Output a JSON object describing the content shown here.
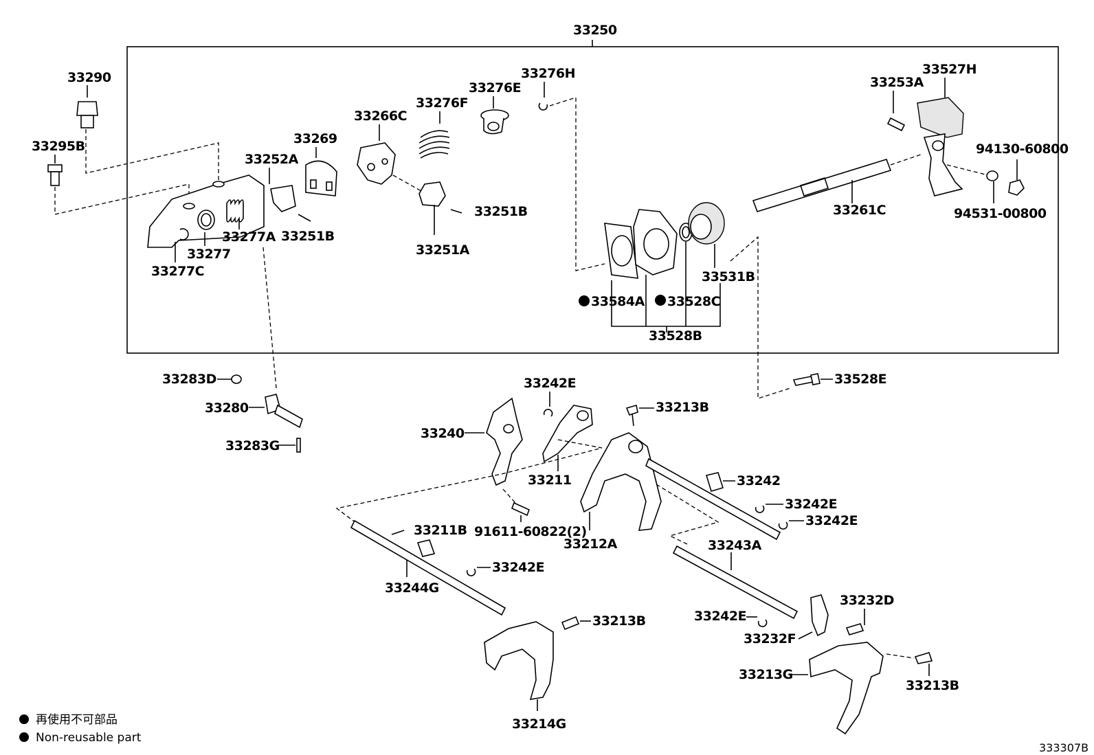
{
  "diagram": {
    "assembly_label": "33250",
    "diagram_code": "333307B",
    "legend": {
      "jp": "再使用不可部品",
      "en": "Non-reusable part"
    },
    "labels": {
      "p33290": "33290",
      "p33295B": "33295B",
      "p33269": "33269",
      "p33252A": "33252A",
      "p33266C": "33266C",
      "p33276F": "33276F",
      "p33276E": "33276E",
      "p33276H": "33276H",
      "p33251B_a": "33251B",
      "p33251B_b": "33251B",
      "p33251A": "33251A",
      "p33277A": "33277A",
      "p33277": "33277",
      "p33277C": "33277C",
      "p33584A": "33584A",
      "p33528C": "33528C",
      "p33528B": "33528B",
      "p33531B": "33531B",
      "p33261C": "33261C",
      "p33253A": "33253A",
      "p33527H": "33527H",
      "p94130": "94130-60800",
      "p94531": "94531-00800",
      "p33283D": "33283D",
      "p33280": "33280",
      "p33283G": "33283G",
      "p33528E": "33528E",
      "p33242E_top": "33242E",
      "p33213B_top": "33213B",
      "p33240": "33240",
      "p33211": "33211",
      "p33242": "33242",
      "p33242E_r1": "33242E",
      "p33242E_r2": "33242E",
      "p91611": "91611-60822(2)",
      "p33212A": "33212A",
      "p33211B": "33211B",
      "p33243A": "33243A",
      "p33244G": "33244G",
      "p33242E_mid": "33242E",
      "p33213B_mid": "33213B",
      "p33242E_low": "33242E",
      "p33232D": "33232D",
      "p33232F": "33232F",
      "p33213G": "33213G",
      "p33213B_low": "33213B",
      "p33214G": "33214G"
    }
  }
}
